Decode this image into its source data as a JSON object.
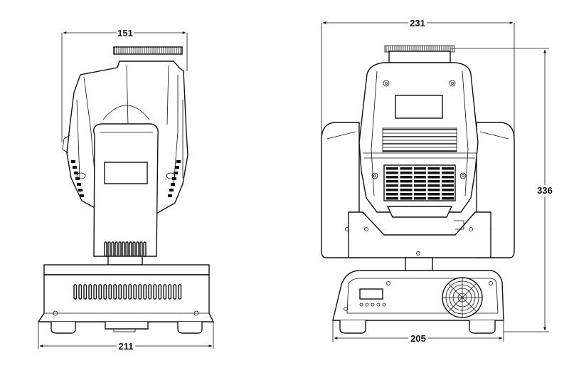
{
  "dimensions": {
    "side_top_width": "151",
    "side_base_width": "211",
    "front_top_width": "231",
    "front_height": "336",
    "front_base_width": "205"
  }
}
